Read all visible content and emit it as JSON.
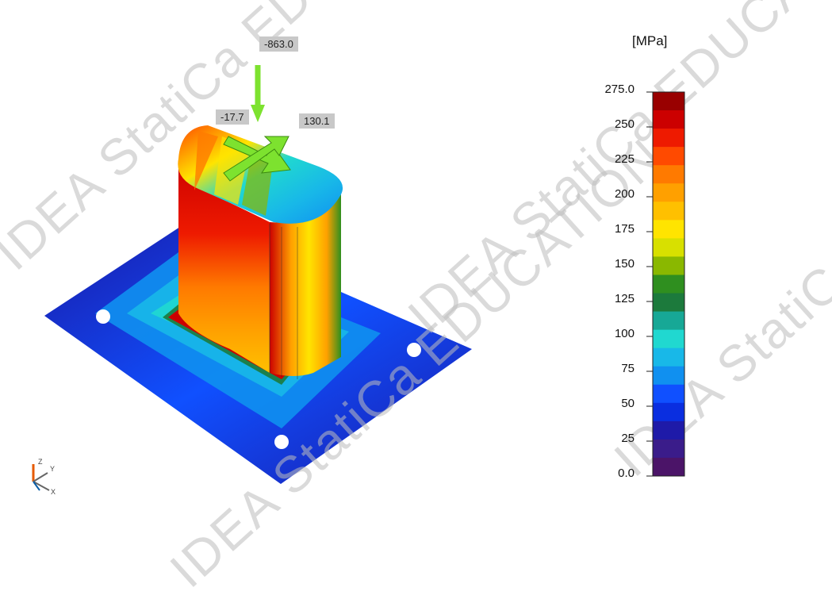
{
  "forces": {
    "vertical": "-863.0",
    "shear_x": "-17.7",
    "shear_y": "130.1"
  },
  "watermark_text": "IDEA StatiCa EDUCATION",
  "legend": {
    "unit": "[MPa]",
    "ticks": [
      "275.0",
      "250",
      "225",
      "200",
      "175",
      "150",
      "125",
      "100",
      "75",
      "50",
      "25",
      "0.0"
    ],
    "colors": [
      "#990000",
      "#cc0000",
      "#ee1a00",
      "#ff4a00",
      "#ff7a00",
      "#ffa000",
      "#ffc000",
      "#ffe400",
      "#d8e000",
      "#8ab800",
      "#2f8f1f",
      "#1c7a3c",
      "#17a896",
      "#20d8d0",
      "#18b8e8",
      "#1090f0",
      "#1050ff",
      "#0a2ee0",
      "#1e1aa8",
      "#3a1c8a",
      "#4b1468"
    ]
  },
  "axes": {
    "z": "Z",
    "y": "Y",
    "x": "X"
  },
  "colors": {
    "force_arrow": "#7de22f",
    "background": "#ffffff"
  }
}
